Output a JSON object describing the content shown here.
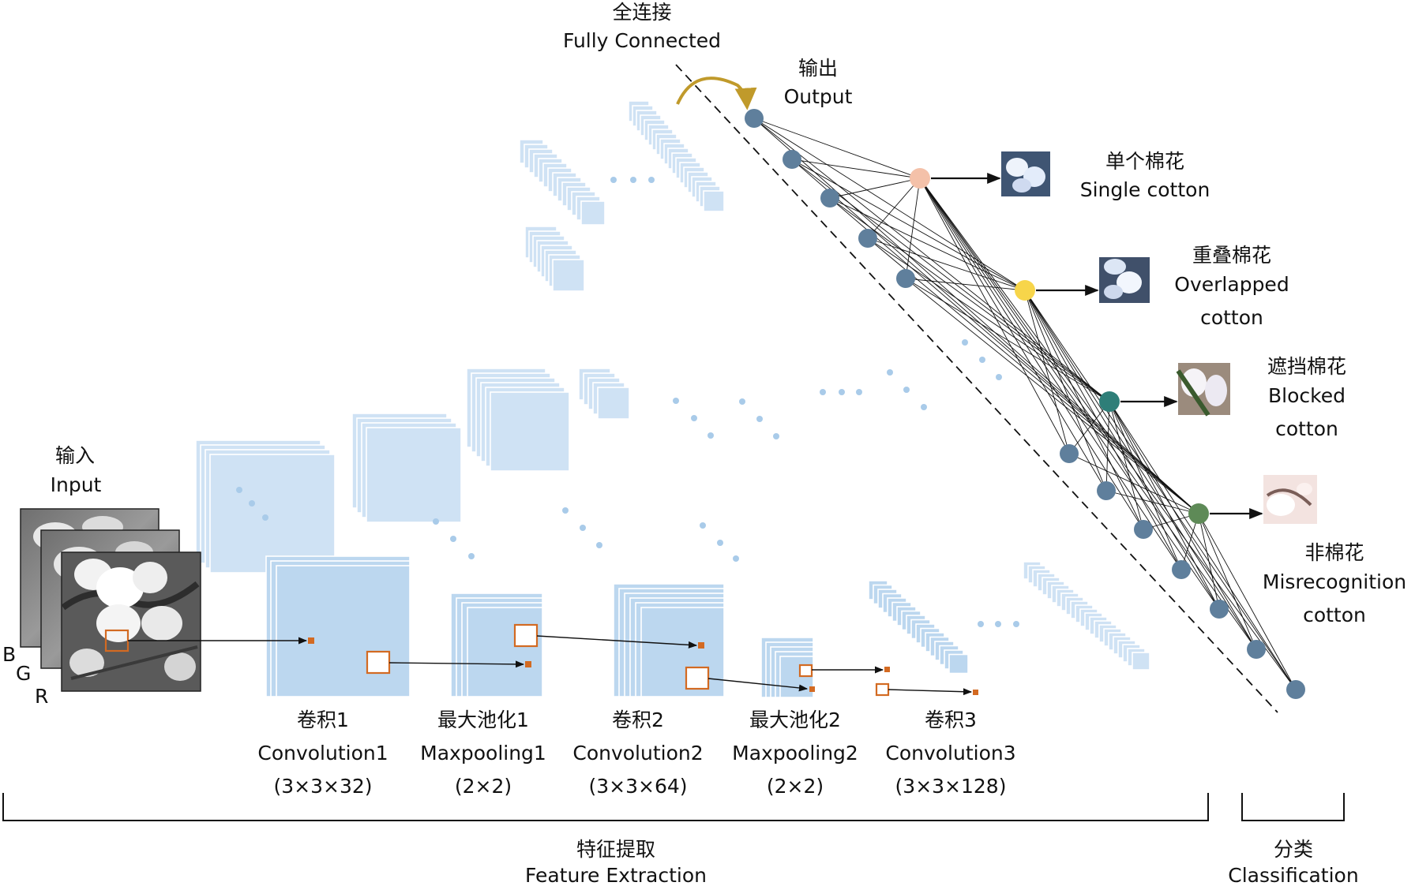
{
  "diagram": {
    "input": {
      "cn": "输入",
      "en": "Input",
      "channels": [
        "B",
        "G",
        "R"
      ]
    },
    "layers": [
      {
        "id": "conv1",
        "cn": "卷积1",
        "en": "Convolution1",
        "spec": "(3×3×32)"
      },
      {
        "id": "pool1",
        "cn": "最大池化1",
        "en": "Maxpooling1",
        "spec": "(2×2)"
      },
      {
        "id": "conv2",
        "cn": "卷积2",
        "en": "Convolution2",
        "spec": "(3×3×64)"
      },
      {
        "id": "pool2",
        "cn": "最大池化2",
        "en": "Maxpooling2",
        "spec": "(2×2)"
      },
      {
        "id": "conv3",
        "cn": "卷积3",
        "en": "Convolution3",
        "spec": "(3×3×128)"
      }
    ],
    "fully_connected": {
      "cn": "全连接",
      "en": "Fully Connected"
    },
    "output": {
      "cn": "输出",
      "en": "Output"
    },
    "classes": [
      {
        "cn": "单个棉花",
        "en": "Single cotton",
        "color": "#f4c1a9"
      },
      {
        "cn": "重叠棉花",
        "en_line1": "Overlapped",
        "en_line2": "cotton",
        "color": "#f7d54a"
      },
      {
        "cn": "遮挡棉花",
        "en_line1": "Blocked",
        "en_line2": "cotton",
        "color": "#2e7e78"
      },
      {
        "cn": "非棉花",
        "en_line1": "Misrecognition",
        "en_line2": "cotton",
        "color": "#5e8a57"
      }
    ],
    "sections": {
      "feature_extraction": {
        "cn": "特征提取",
        "en": "Feature Extraction"
      },
      "classification": {
        "cn": "分类",
        "en": "Classification"
      }
    },
    "colors": {
      "feature_map": "#bcd7ef",
      "kernel": "#d36a22",
      "neuron": "#5f7f9c",
      "fc_arrow": "#c09a2b"
    }
  }
}
